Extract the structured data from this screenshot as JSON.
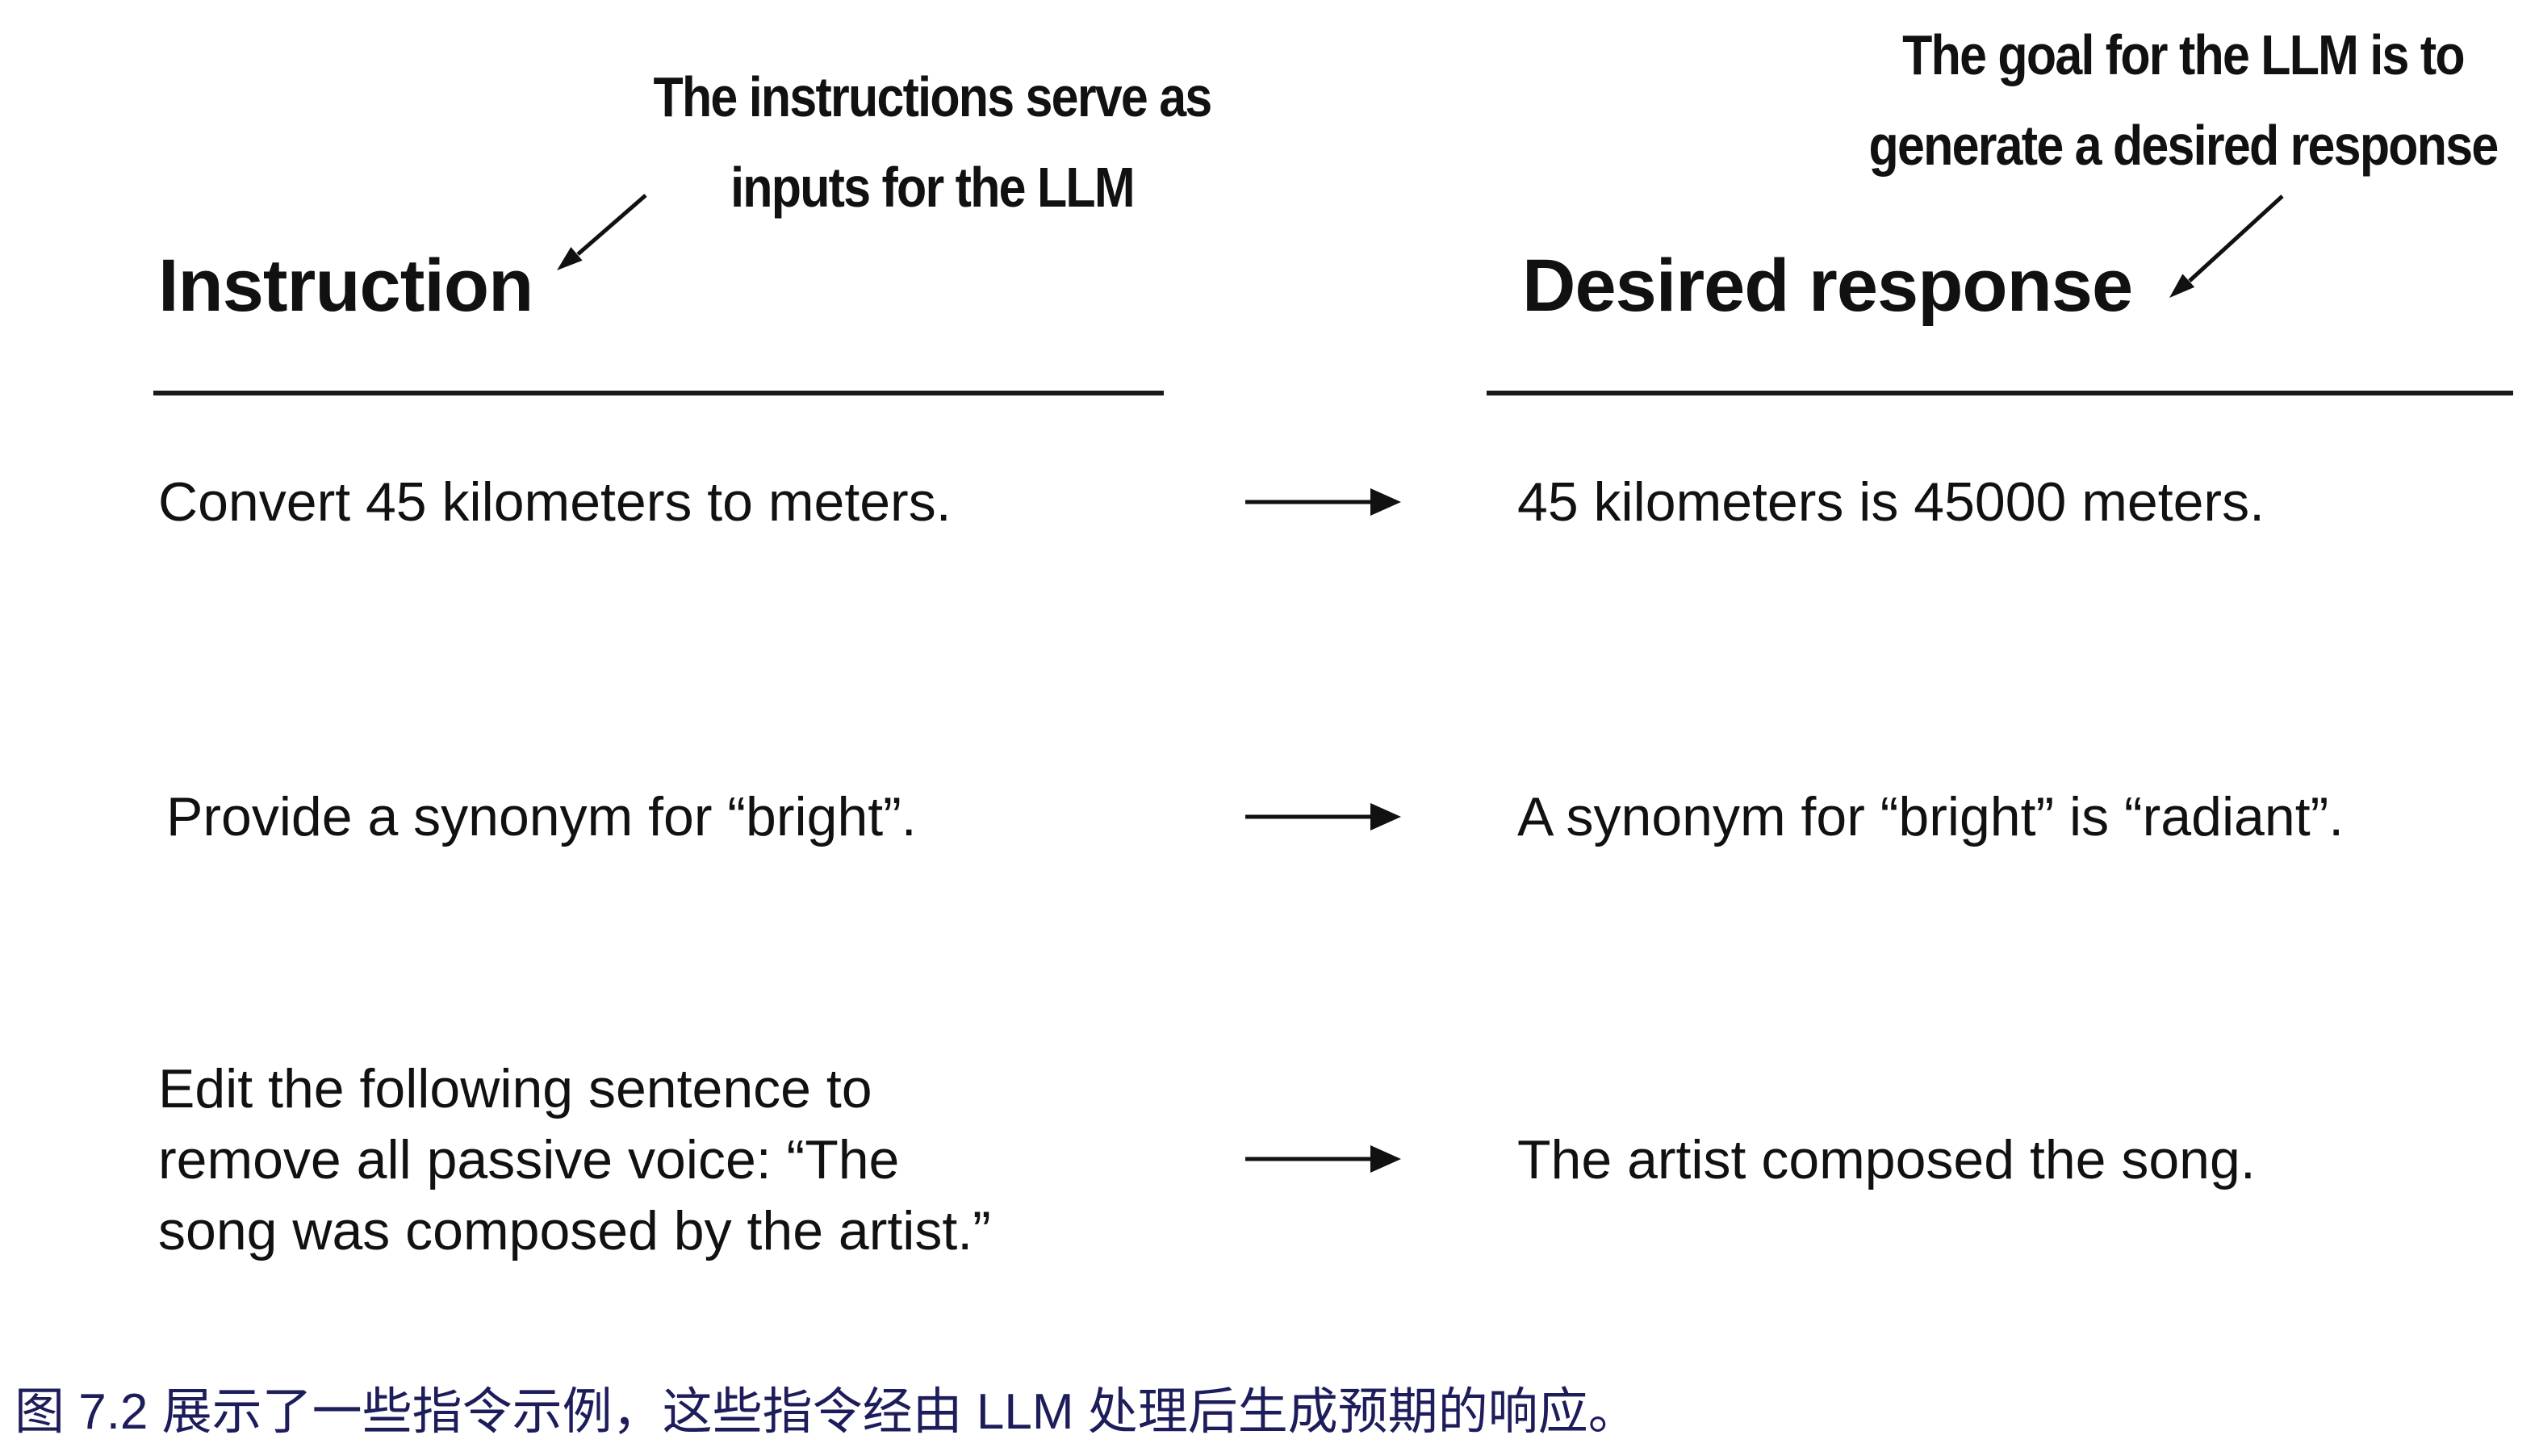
{
  "figure": {
    "left_annotation": {
      "line1": "The instructions serve as",
      "line2": "inputs for the LLM"
    },
    "right_annotation": {
      "line1": "The goal for the LLM is to",
      "line2": "generate a desired response"
    },
    "left_column_header": "Instruction",
    "right_column_header": "Desired response",
    "rows": [
      {
        "instruction": "Convert 45 kilometers to meters.",
        "response": "45 kilometers is 45000 meters."
      },
      {
        "instruction": "Provide a synonym for “bright”.",
        "response": "A synonym for “bright” is “radiant”."
      },
      {
        "instruction": "Edit the following sentence to\nremove all passive voice: “The\nsong was composed by the artist.”",
        "response": "The artist composed the song."
      }
    ],
    "caption": "图 7.2 展示了一些指令示例，这些指令经由 LLM 处理后生成预期的响应。",
    "colors": {
      "text": "#111111",
      "caption": "#1d1d5c",
      "background": "#ffffff"
    }
  }
}
